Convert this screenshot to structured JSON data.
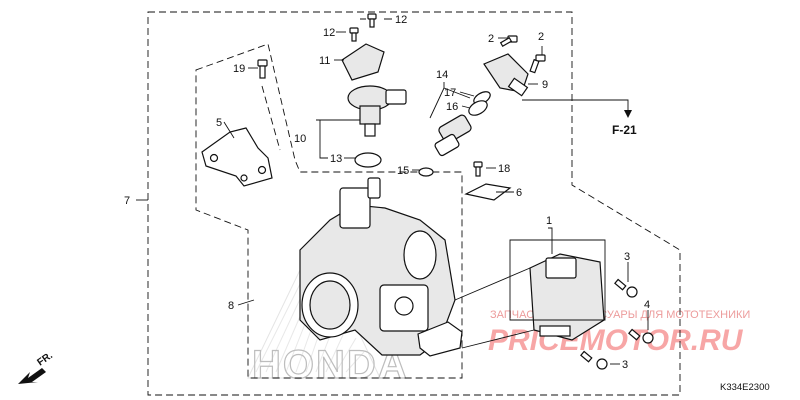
{
  "callouts": {
    "c1": "1",
    "c2a": "2",
    "c2b": "2",
    "c3a": "3",
    "c3b": "3",
    "c4": "4",
    "c5": "5",
    "c6": "6",
    "c7": "7",
    "c8": "8",
    "c9": "9",
    "c10": "10",
    "c11": "11",
    "c12a": "12",
    "c12b": "12",
    "c13": "13",
    "c14": "14",
    "c15": "15",
    "c16": "16",
    "c17": "17",
    "c18": "18",
    "c19": "19"
  },
  "reference": "F-21",
  "diagram_code": "K334E2300",
  "front_marker": "FR.",
  "watermarks": {
    "brand": "HONDA",
    "shop_caption": "ЗАПЧАСТИ И АКСЕССУАРЫ ДЛЯ МОТОТЕХНИКИ",
    "shop_logo": "PRICEMOTOR.RU"
  },
  "colors": {
    "line": "#111111",
    "watermark_gray": "#bdbdbd",
    "watermark_red": "#f05050"
  }
}
